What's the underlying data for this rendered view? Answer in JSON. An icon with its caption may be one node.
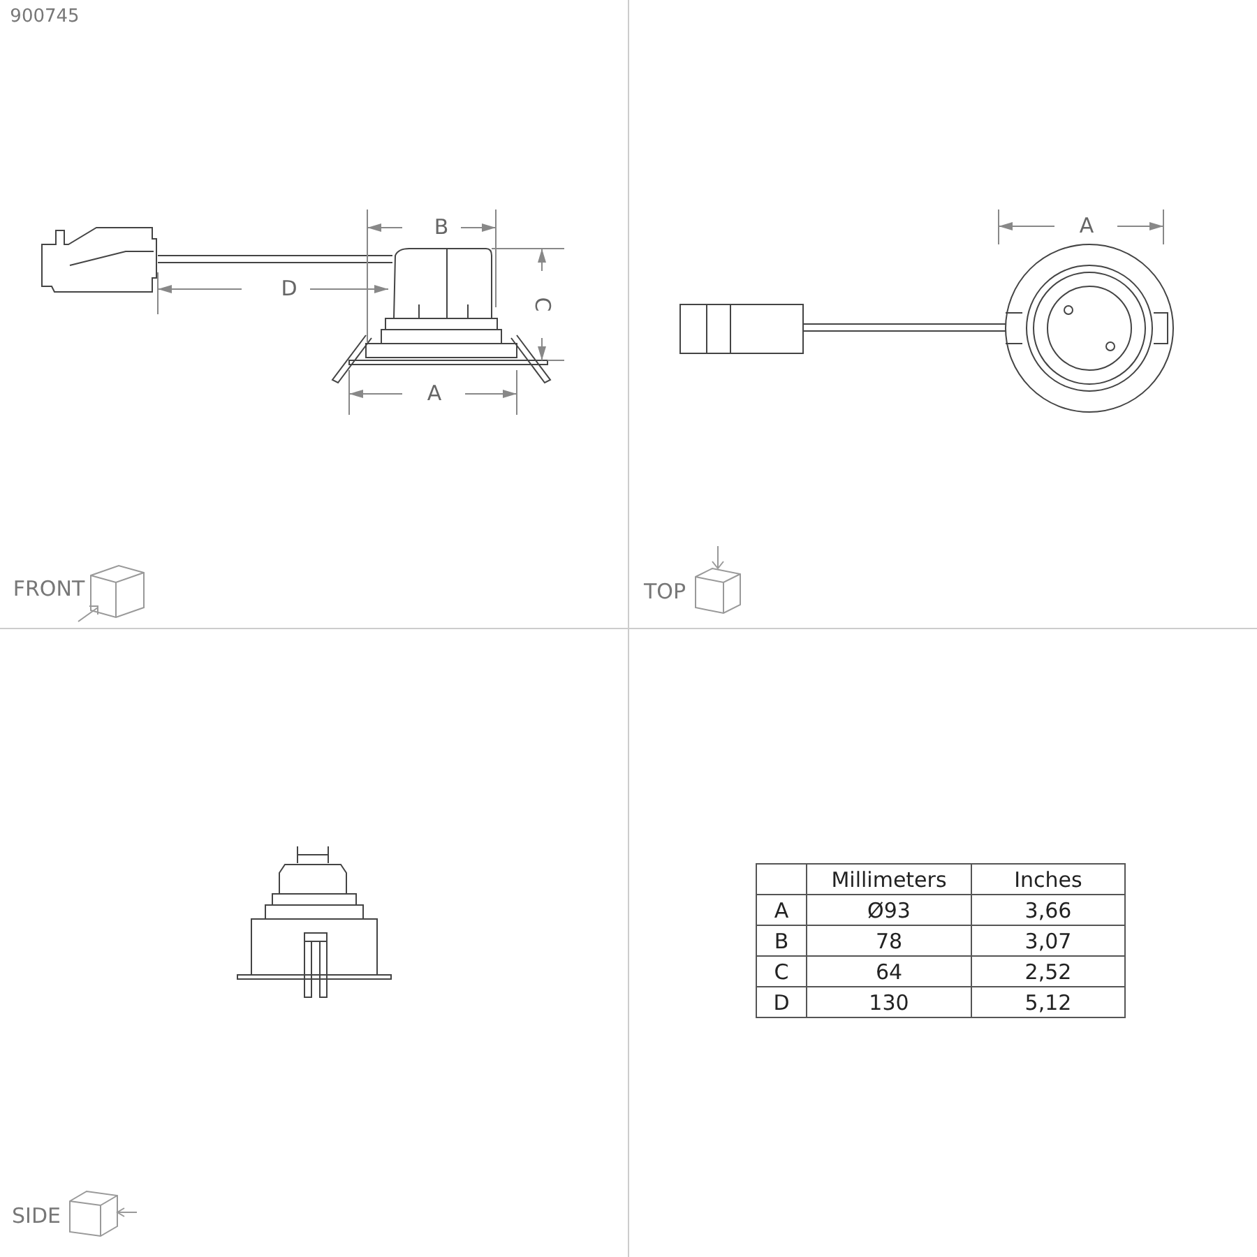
{
  "diagram": {
    "labels": [
      "900745",
      "B",
      "D",
      "C",
      "A",
      "A",
      "FRONT",
      "TOP",
      "SIDE",
      "Millimeters",
      "Inches",
      "A",
      "Ø93",
      "3,66",
      "B",
      "78",
      "3,07",
      "C",
      "64",
      "2,52",
      "D",
      "130",
      "5,12"
    ]
  }
}
